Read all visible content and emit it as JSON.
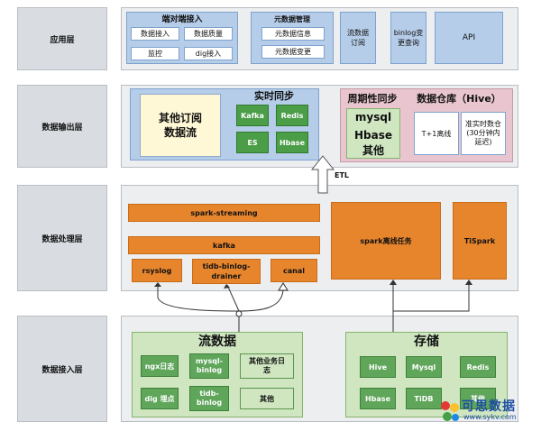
{
  "layers": {
    "app": "应用层",
    "output": "数据输出层",
    "process": "数据处理层",
    "input": "数据接入层"
  },
  "app_layer": {
    "e2e_title": "端对端接入",
    "e2e_items": [
      "数据接入",
      "数据质量",
      "监控",
      "dig接入"
    ],
    "meta_title": "元数据管理",
    "meta_items": [
      "元数据信息",
      "元数据变更"
    ],
    "sub": "流数据\n订阅",
    "binlog": "binlog变\n更查询",
    "api": "API"
  },
  "output_layer": {
    "other_sub": "其他订阅\n数据流",
    "realtime_title": "实时同步",
    "realtime_items": [
      "Kafka",
      "Redis",
      "ES",
      "Hbase"
    ],
    "periodic_title": "周期性同步",
    "periodic_items": [
      "mysql",
      "Hbase",
      "其他"
    ],
    "dw_title": "数据仓库（Hive）",
    "dw_items": [
      "T+1离线",
      "准实时数仓\n(30分钟内\n延迟)"
    ],
    "etl": "ETL"
  },
  "process_layer": {
    "spark_streaming": "spark-streaming",
    "kafka": "kafka",
    "rsyslog": "rsyslog",
    "tidb": "tidb-binlog-\ndrainer",
    "canal": "canal",
    "spark_offline": "spark离线任务",
    "tispark": "TiSpark"
  },
  "input_layer": {
    "stream_title": "流数据",
    "stream_items": [
      "ngx日志",
      "mysql-\nbinlog",
      "其他业务日\n志",
      "dig 埋点",
      "tidb-\nbinlog",
      "其他"
    ],
    "storage_title": "存储",
    "storage_items": [
      "Hive",
      "Mysql",
      "Redis",
      "Hbase",
      "TiDB",
      "其他"
    ]
  },
  "watermark": {
    "cn": "可思数据",
    "url": "www.sykv.com"
  }
}
